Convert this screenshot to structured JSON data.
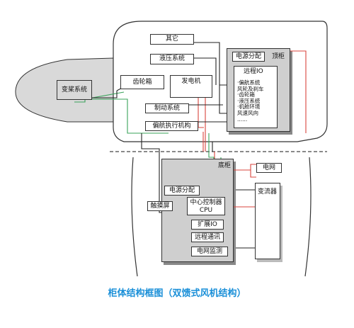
{
  "diagram": {
    "blade_label": "变桨系统",
    "nacelle": {
      "other": "其它",
      "hydraulic": "液压系统",
      "gearbox": "齿轮箱",
      "generator": "发电机",
      "brake": "制动系统",
      "yaw_actuator": "偏航执行机构"
    },
    "top_cabinet": {
      "title": "顶柜",
      "power_dist": "电源分配",
      "remote_io": "远程IO",
      "io_items": [
        "·偏航系统",
        "风轮及刹车",
        "·齿轮箱",
        "·液压系统",
        "·机舱环境",
        "风速风向",
        "......"
      ]
    },
    "bottom_cabinet": {
      "title": "底柜",
      "power_dist": "电源分配",
      "touch_screen": "触摸屏",
      "cpu_line1": "中心控制器",
      "cpu_line2": "CPU",
      "ext_io": "扩展IO",
      "remote_comm": "远程通讯",
      "grid_monitor": "电网监测"
    },
    "grid": "电网",
    "converter": "变流器",
    "caption": "柜体结构框图（双馈式风机结构）"
  },
  "colors": {
    "red_line": "#d9443c",
    "green_line": "#3aa35a",
    "black_line": "#222222",
    "cabinet_fill": "#cfcfcf",
    "caption": "#1a8fd8"
  }
}
